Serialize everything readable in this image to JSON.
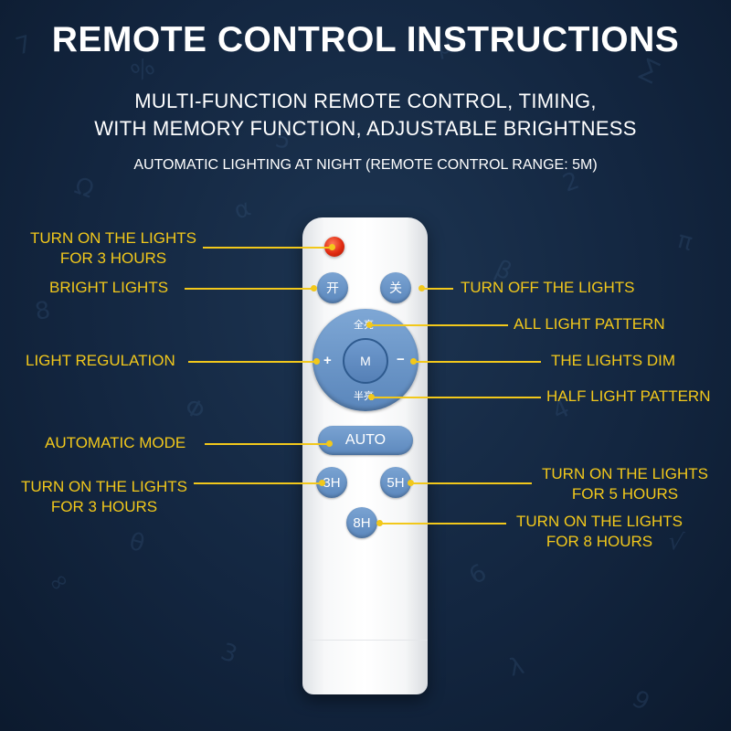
{
  "title": "REMOTE CONTROL INSTRUCTIONS",
  "subtitle_line1": "MULTI-FUNCTION REMOTE CONTROL, TIMING,",
  "subtitle_line2": "WITH MEMORY FUNCTION, ADJUSTABLE BRIGHTNESS",
  "subtitle_line3": "AUTOMATIC LIGHTING AT NIGHT (REMOTE CONTROL RANGE: 5M)",
  "colors": {
    "accent": "#f2c81b",
    "button": "#5c88bd",
    "led": "#e02a10"
  },
  "remote": {
    "on_label": "开",
    "off_label": "关",
    "full_label": "全亮",
    "half_label": "半亮",
    "plus_label": "+",
    "minus_label": "−",
    "mode_label": "M",
    "auto_label": "AUTO",
    "h3_label": "3H",
    "h5_label": "5H",
    "h8_label": "8H"
  },
  "callouts": {
    "led_line1": "TURN ON THE LIGHTS",
    "led_line2": "FOR 3 HOURS",
    "bright": "BRIGHT LIGHTS",
    "off": "TURN OFF THE LIGHTS",
    "all_light": "ALL LIGHT PATTERN",
    "regulation": "LIGHT REGULATION",
    "dim": "THE LIGHTS DIM",
    "half_light": "HALF LIGHT PATTERN",
    "auto_mode": "AUTOMATIC MODE",
    "h3_line1": "TURN ON THE LIGHTS",
    "h3_line2": "FOR 3 HOURS",
    "h5_line1": "TURN ON THE LIGHTS",
    "h5_line2": "FOR 5 HOURS",
    "h8_line1": "TURN ON THE LIGHTS",
    "h8_line2": "FOR 8 HOURS"
  }
}
